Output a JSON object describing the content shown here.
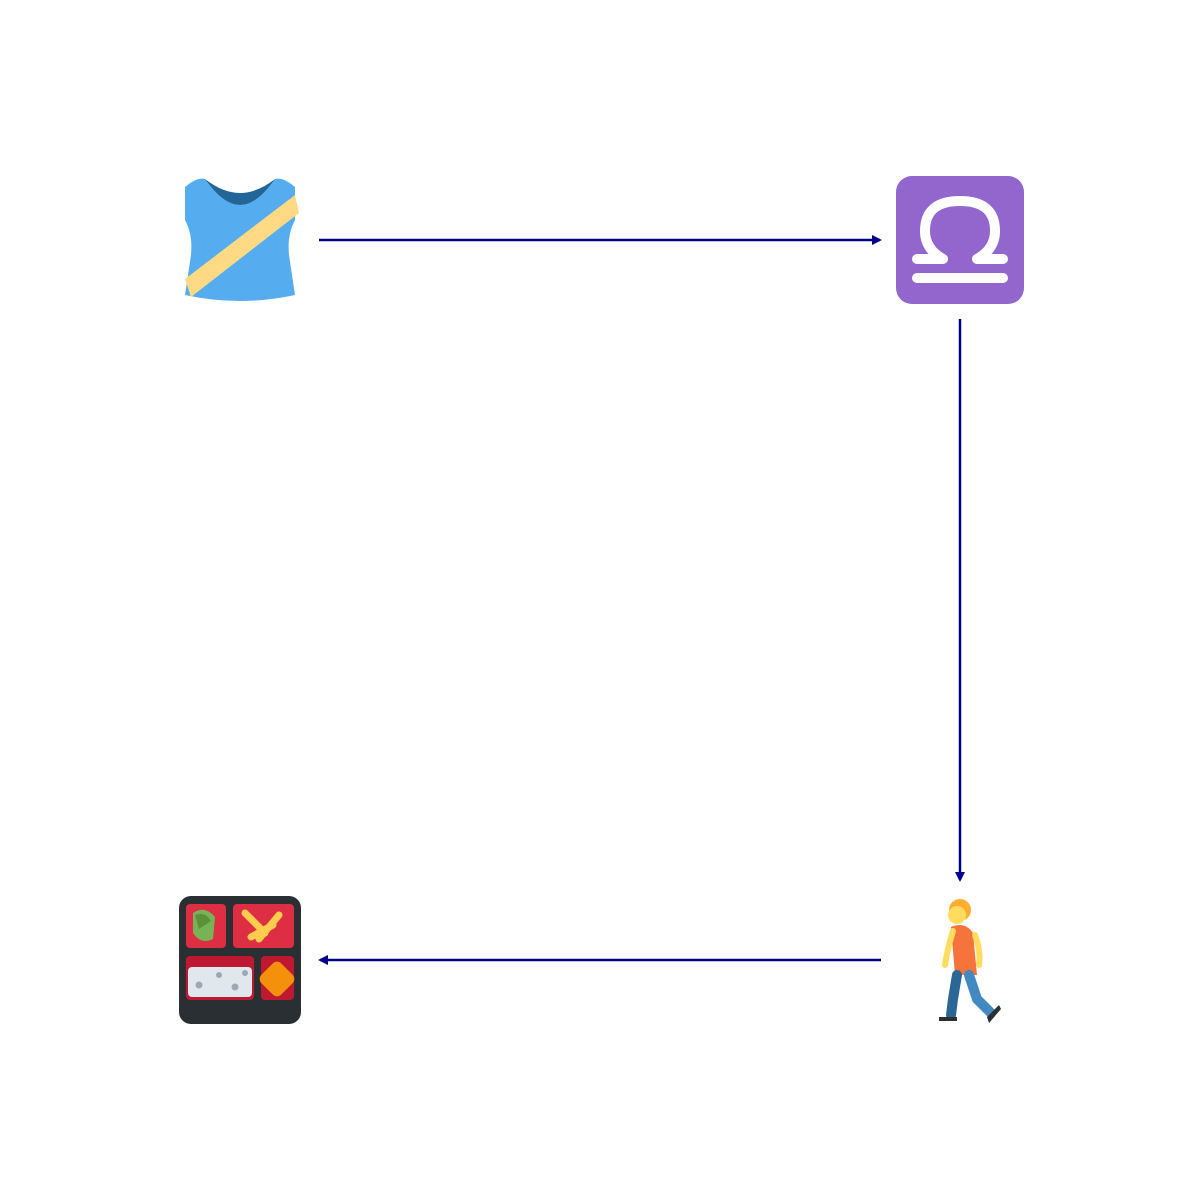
{
  "diagram": {
    "edge_color": "#00008b",
    "nodes": [
      {
        "id": "shirt",
        "icon": "running-shirt-icon",
        "label": ""
      },
      {
        "id": "libra",
        "icon": "libra-icon",
        "label": ""
      },
      {
        "id": "walker",
        "icon": "person-walking-icon",
        "label": ""
      },
      {
        "id": "bento",
        "icon": "bento-box-icon",
        "label": ""
      }
    ],
    "edges": [
      {
        "from": "shirt",
        "to": "libra"
      },
      {
        "from": "libra",
        "to": "walker"
      },
      {
        "from": "walker",
        "to": "bento"
      }
    ]
  }
}
